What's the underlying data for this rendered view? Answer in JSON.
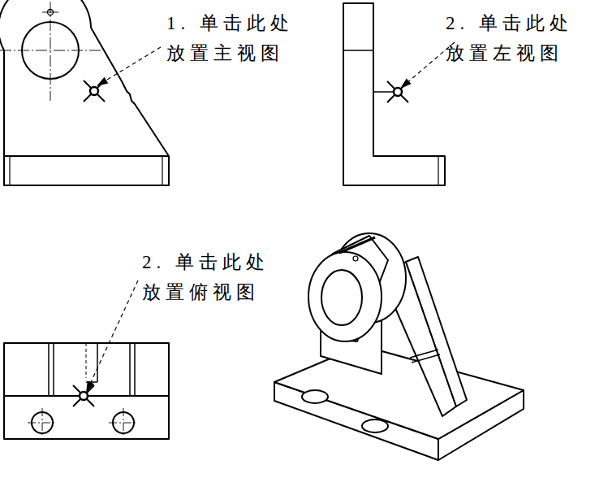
{
  "diagram": {
    "labels": [
      "1. 单击此处 放置主视图",
      "2. 单击此处 放置左视图",
      "2. 单击此处 放置俯视图"
    ]
  }
}
